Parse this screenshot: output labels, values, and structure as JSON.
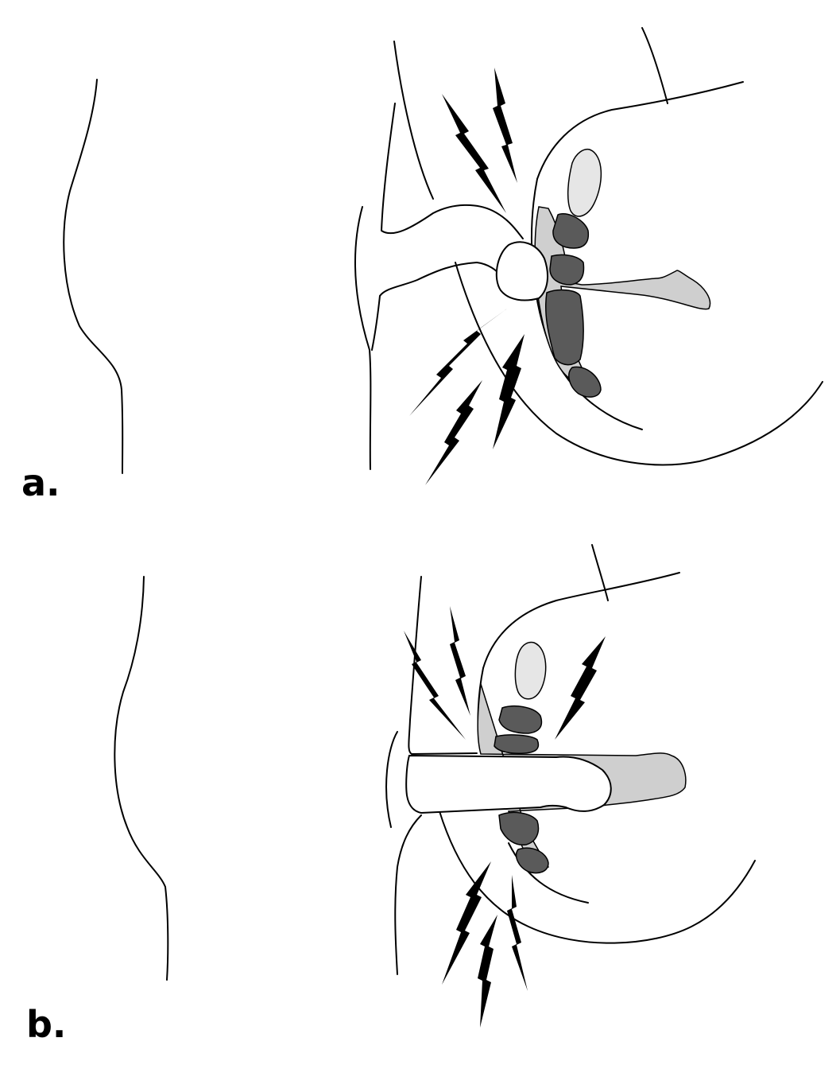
{
  "panels": [
    {
      "id": "a",
      "label": "a."
    },
    {
      "id": "b",
      "label": "b."
    }
  ],
  "colors": {
    "dark_tissue": "#5a5a5a",
    "mid_tissue": "#cfcfcf",
    "light_organ": "#e6e6e6",
    "outline": "#000000"
  },
  "icons": [
    "lightning-bolt-icon"
  ]
}
